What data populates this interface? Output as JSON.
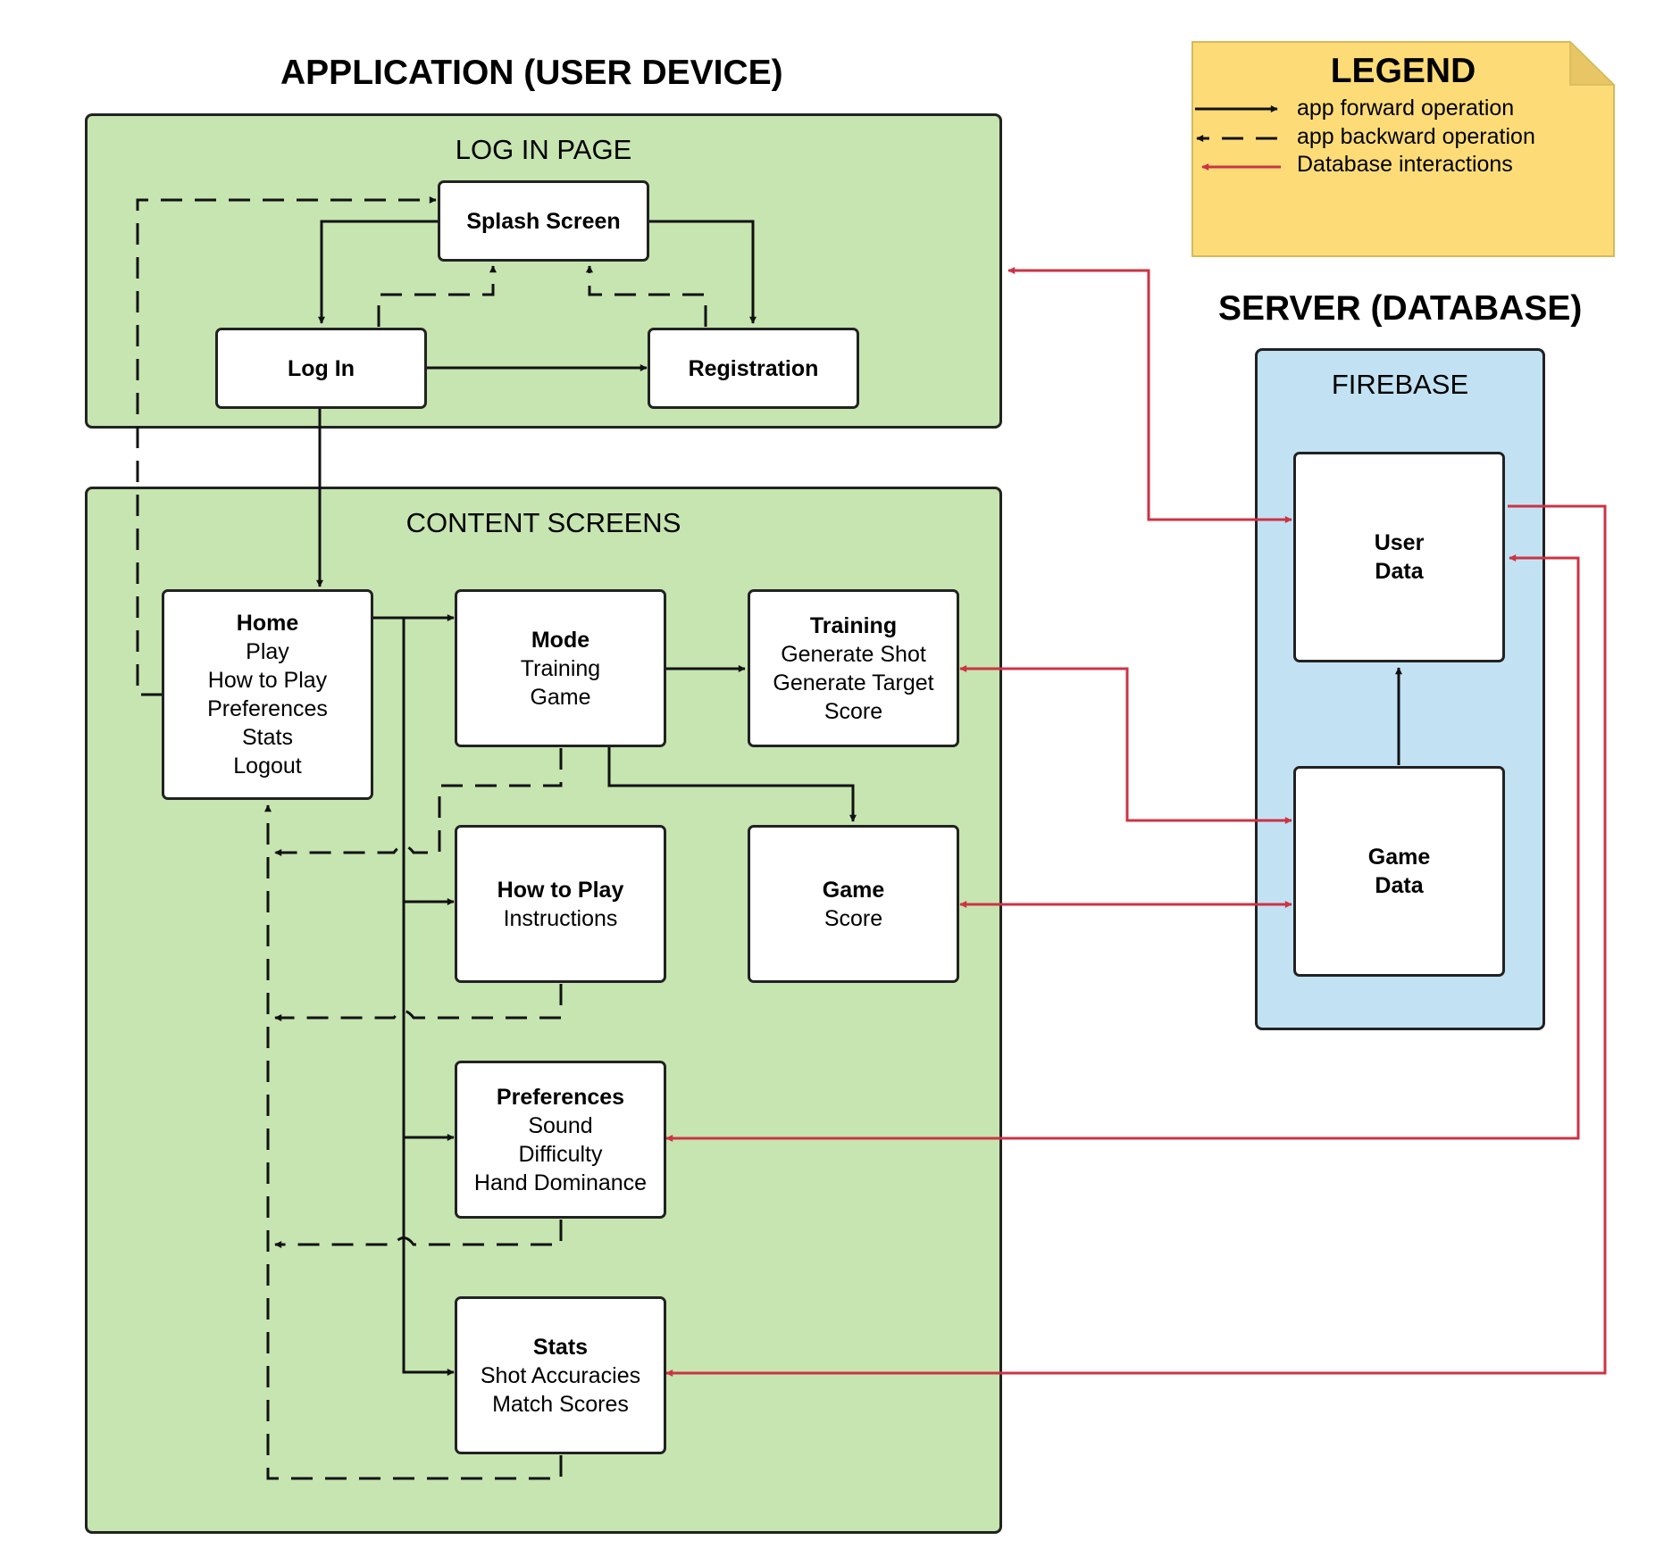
{
  "application": {
    "title": "APPLICATION (USER DEVICE)",
    "login_panel": {
      "title": "LOG IN PAGE"
    },
    "content_panel": {
      "title": "CONTENT SCREENS"
    },
    "nodes": {
      "splash": {
        "title": "Splash Screen",
        "lines": []
      },
      "login": {
        "title": "Log In",
        "lines": []
      },
      "registration": {
        "title": "Registration",
        "lines": []
      },
      "home": {
        "title": "Home",
        "lines": [
          "Play",
          "How to Play",
          "Preferences",
          "Stats",
          "Logout"
        ]
      },
      "mode": {
        "title": "Mode",
        "lines": [
          "Training",
          "Game"
        ]
      },
      "training": {
        "title": "Training",
        "lines": [
          "Generate Shot",
          "Generate Target",
          "Score"
        ]
      },
      "howto": {
        "title": "How to Play",
        "lines": [
          "Instructions"
        ]
      },
      "game": {
        "title": "Game",
        "lines": [
          "Score"
        ]
      },
      "preferences": {
        "title": "Preferences",
        "lines": [
          "Sound",
          "Difficulty",
          "Hand Dominance"
        ]
      },
      "stats": {
        "title": "Stats",
        "lines": [
          "Shot Accuracies",
          "Match Scores"
        ]
      }
    }
  },
  "server": {
    "title": "SERVER (DATABASE)",
    "panel": {
      "title": "FIREBASE"
    },
    "nodes": {
      "user_data": {
        "title": "User",
        "lines": [
          "Data"
        ]
      },
      "game_data": {
        "title": "Game",
        "lines": [
          "Data"
        ]
      }
    }
  },
  "legend": {
    "title": "LEGEND",
    "items": [
      {
        "label": "app forward operation",
        "style": "forward"
      },
      {
        "label": "app backward operation",
        "style": "backward"
      },
      {
        "label": "Database interactions",
        "style": "database"
      }
    ]
  },
  "colors": {
    "app_panel": "#c6e5b0",
    "server_panel": "#c2e2f4",
    "legend_note": "#fddc78",
    "forward_arrow": "#111111",
    "database_arrow": "#cc3344"
  }
}
